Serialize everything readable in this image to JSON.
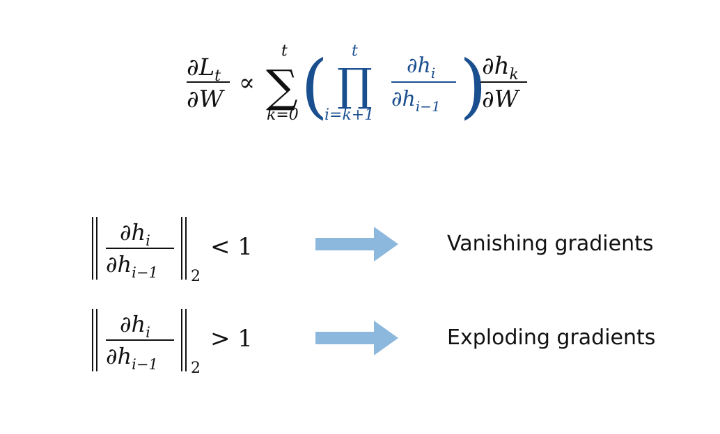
{
  "equation": {
    "lhs_num": "∂L",
    "lhs_num_sub": "t",
    "lhs_den": "∂W",
    "prop": "∝",
    "sum_symbol": "∑",
    "sum_upper": "t",
    "sum_lower": "k=0",
    "paren_left": "(",
    "paren_right": ")",
    "prod_symbol": "∏",
    "prod_upper": "t",
    "prod_lower": "i=k+1",
    "inner_num": "∂h",
    "inner_num_sub": "i",
    "inner_den": "∂h",
    "inner_den_sub": "i−1",
    "rhs_num": "∂h",
    "rhs_num_sub": "k",
    "rhs_den": "∂W"
  },
  "conditions": [
    {
      "num": "∂h",
      "num_sub": "i",
      "den": "∂h",
      "den_sub": "i−1",
      "norm_sub": "2",
      "relation": "< 1",
      "label": "Vanishing gradients"
    },
    {
      "num": "∂h",
      "num_sub": "i",
      "den": "∂h",
      "den_sub": "i−1",
      "norm_sub": "2",
      "relation": "> 1",
      "label": "Exploding gradients"
    }
  ],
  "colors": {
    "highlight": "#1a4f8f",
    "arrow": "#8db8de",
    "text": "#111111"
  }
}
